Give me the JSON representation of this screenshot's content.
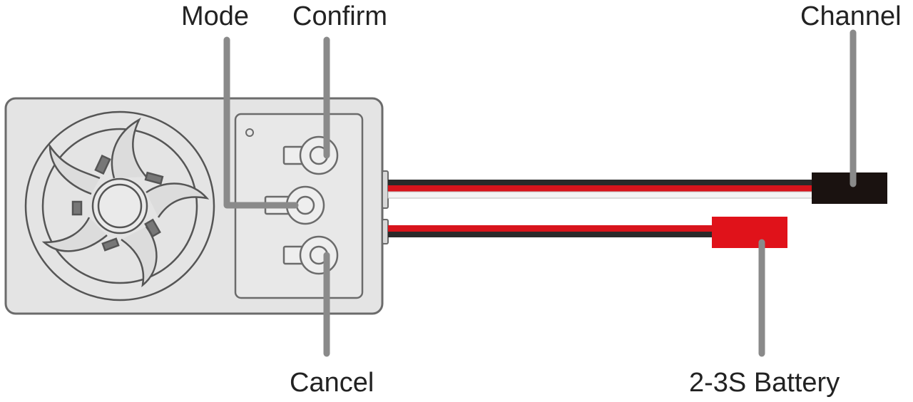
{
  "callouts": {
    "mode": "Mode",
    "confirm": "Confirm",
    "channel": "Channel",
    "cancel": "Cancel",
    "battery": "2-3S Battery"
  },
  "colors": {
    "body_fill": "#e4e4e4",
    "outline": "#6b6b6b",
    "leader_line": "#8a8a8a",
    "wire_red": "#d8141c",
    "wire_black": "#2a2a2a",
    "wire_white": "#f4f4f4",
    "plug_channel": "#1a1210",
    "plug_battery": "#e0121a"
  }
}
